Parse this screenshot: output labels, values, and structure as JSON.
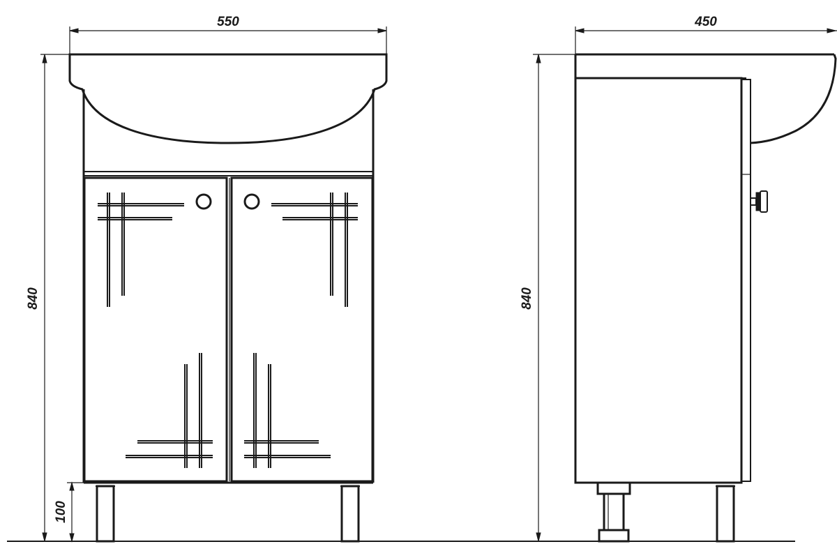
{
  "dimensions": {
    "front_width": "550",
    "side_depth": "450",
    "front_height": "840",
    "side_height": "840",
    "leg_height": "100"
  },
  "colors": {
    "line": "#1a1a1a",
    "background": "#ffffff"
  }
}
